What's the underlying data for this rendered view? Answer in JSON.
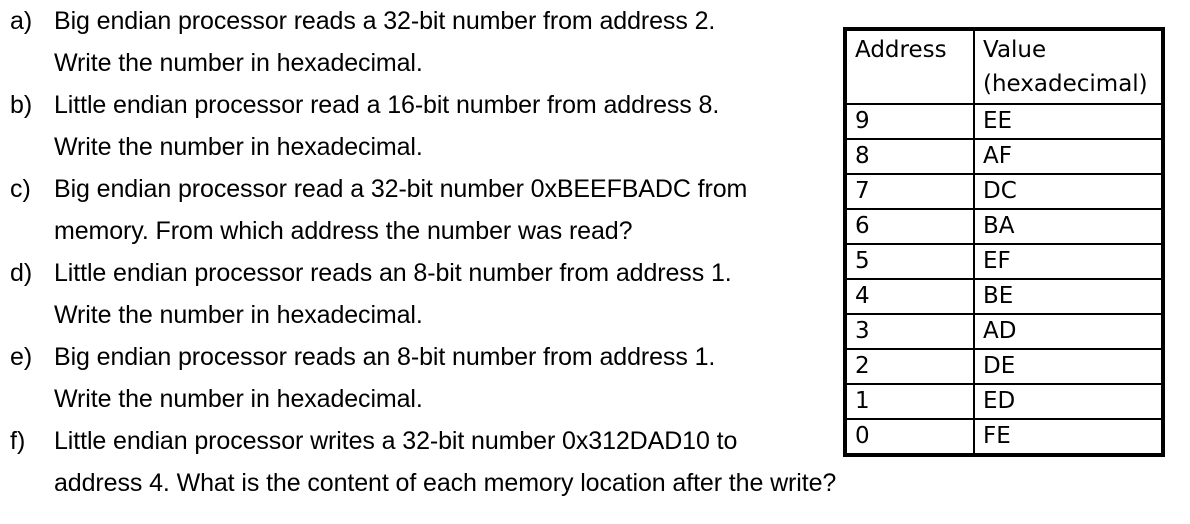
{
  "questions": [
    {
      "marker": "a)",
      "lines": [
        "Big endian processor reads a 32-bit number from address 2.",
        "Write the number in hexadecimal."
      ]
    },
    {
      "marker": "b)",
      "lines": [
        "Little endian processor read a 16-bit number from address 8.",
        "Write the number in hexadecimal."
      ]
    },
    {
      "marker": "c)",
      "lines": [
        "Big endian processor read a 32-bit number 0xBEEFBADC from",
        "memory. From which address the number was read?"
      ]
    },
    {
      "marker": "d)",
      "lines": [
        "Little endian processor reads an 8-bit number from address 1.",
        "Write the number in hexadecimal."
      ]
    },
    {
      "marker": "e)",
      "lines": [
        "Big endian processor reads an 8-bit number from address 1.",
        "Write the number in hexadecimal."
      ]
    },
    {
      "marker": "f)",
      "lines": [
        "Little endian processor writes a 32-bit number 0x312DAD10 to",
        "address 4. What is the content of each memory location after the write?"
      ]
    }
  ],
  "memory_table": {
    "headers": {
      "address": "Address",
      "value_line1": "Value",
      "value_line2": "(hexadecimal)"
    },
    "rows": [
      {
        "address": "9",
        "value": "EE"
      },
      {
        "address": "8",
        "value": "AF"
      },
      {
        "address": "7",
        "value": "DC"
      },
      {
        "address": "6",
        "value": "BA"
      },
      {
        "address": "5",
        "value": "EF"
      },
      {
        "address": "4",
        "value": "BE"
      },
      {
        "address": "3",
        "value": "AD"
      },
      {
        "address": "2",
        "value": "DE"
      },
      {
        "address": "1",
        "value": "ED"
      },
      {
        "address": "0",
        "value": "FE"
      }
    ]
  },
  "colors": {
    "text": "#000000",
    "background": "#ffffff",
    "table_border": "#000000"
  }
}
